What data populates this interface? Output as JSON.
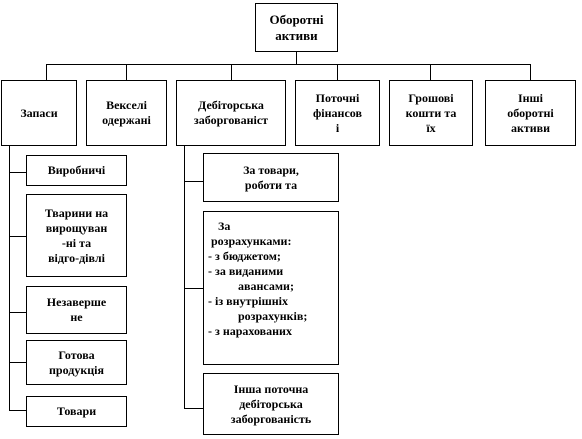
{
  "root": {
    "line1": "Оборотні",
    "line2": "активи"
  },
  "categories": [
    {
      "id": "zapasy",
      "lines": [
        "Запаси"
      ]
    },
    {
      "id": "vekseli",
      "lines": [
        "Векселі",
        "одержані"
      ]
    },
    {
      "id": "debitorska",
      "lines": [
        "Дебіторська",
        "заборгованіст"
      ]
    },
    {
      "id": "potochni",
      "lines": [
        "Поточні",
        "фінансов",
        "і"
      ]
    },
    {
      "id": "groshovi",
      "lines": [
        "Грошові",
        "кошти  та",
        "їх"
      ]
    },
    {
      "id": "inshi",
      "lines": [
        "Інші",
        "оборотні",
        "активи"
      ]
    }
  ],
  "zapasy_items": [
    {
      "lines": [
        "Виробничі"
      ]
    },
    {
      "lines": [
        "Тварини на",
        "вирощуван",
        "-ні та",
        "відго-дівлі"
      ]
    },
    {
      "lines": [
        "Незаверше",
        "не"
      ]
    },
    {
      "lines": [
        "Готова",
        "продукція"
      ]
    },
    {
      "lines": [
        "Товари"
      ]
    }
  ],
  "debitor_items": {
    "item1": [
      "За товари,",
      "роботи та"
    ],
    "item2": {
      "head1": "За",
      "head2": "розрахунками:",
      "rows": [
        {
          "text": "-  з бюджетом;",
          "indent": false
        },
        {
          "text": "-  за виданими",
          "indent": false
        },
        {
          "text": "авансами;",
          "indent": true
        },
        {
          "text": "-  із внутрішніх",
          "indent": false
        },
        {
          "text": "розрахунків;",
          "indent": true
        },
        {
          "text": "-  з нарахованих",
          "indent": false
        }
      ]
    },
    "item3": [
      "Інша поточна",
      "дебіторська",
      "заборгованість"
    ]
  }
}
